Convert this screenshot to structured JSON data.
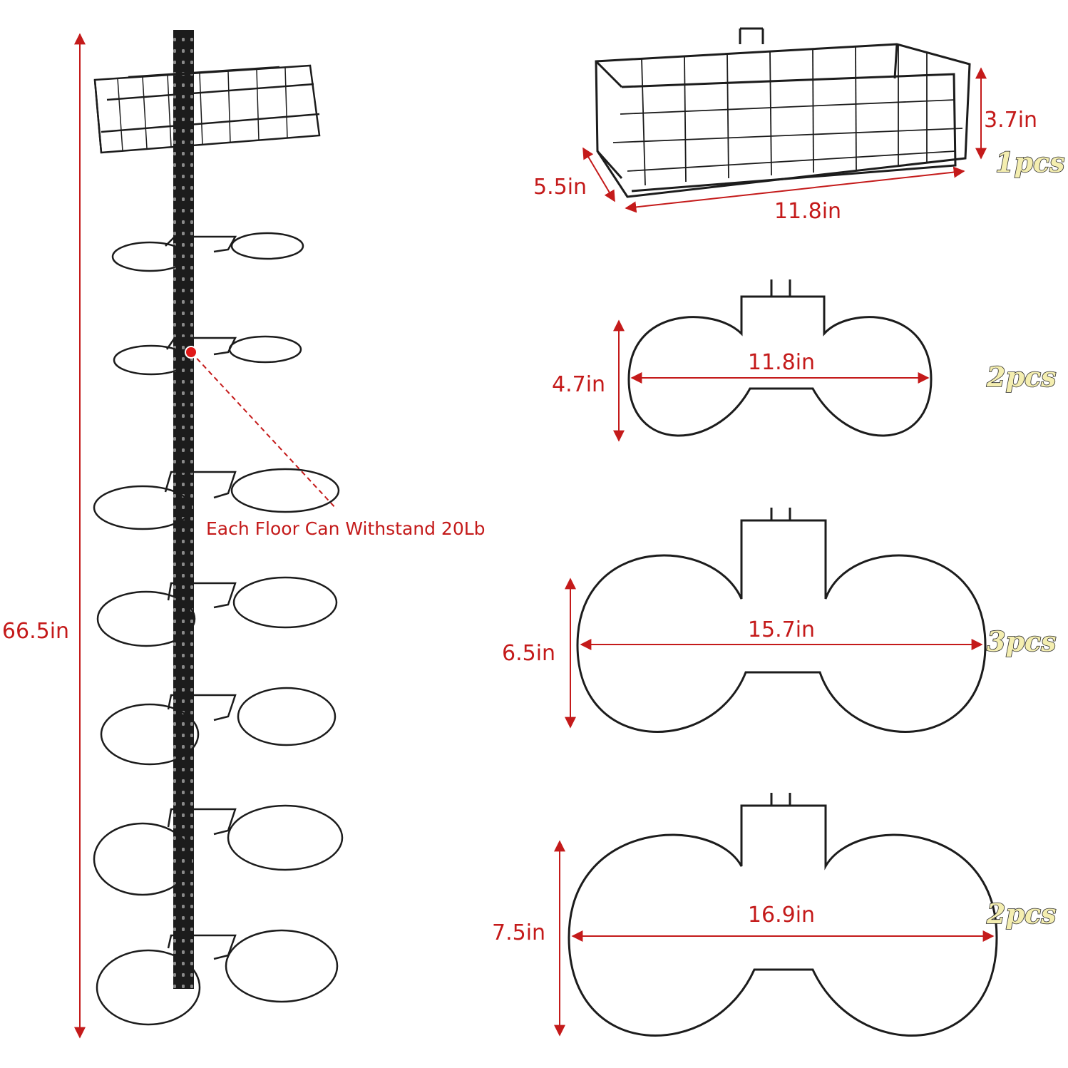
{
  "colors": {
    "dimension": "#c41a1a",
    "wire": "#1c1c1c",
    "quantity_fill": "#f4eeb0"
  },
  "overall": {
    "height_label": "66.5in",
    "load_note": "Each Floor Can Withstand 20Lb"
  },
  "basket": {
    "width_label": "11.8in",
    "depth_label": "5.5in",
    "height_label": "3.7in",
    "quantity": "1pcs"
  },
  "holders": [
    {
      "width_label": "11.8in",
      "height_label": "4.7in",
      "quantity": "2pcs"
    },
    {
      "width_label": "15.7in",
      "height_label": "6.5in",
      "quantity": "3pcs"
    },
    {
      "width_label": "16.9in",
      "height_label": "7.5in",
      "quantity": "2pcs"
    }
  ]
}
